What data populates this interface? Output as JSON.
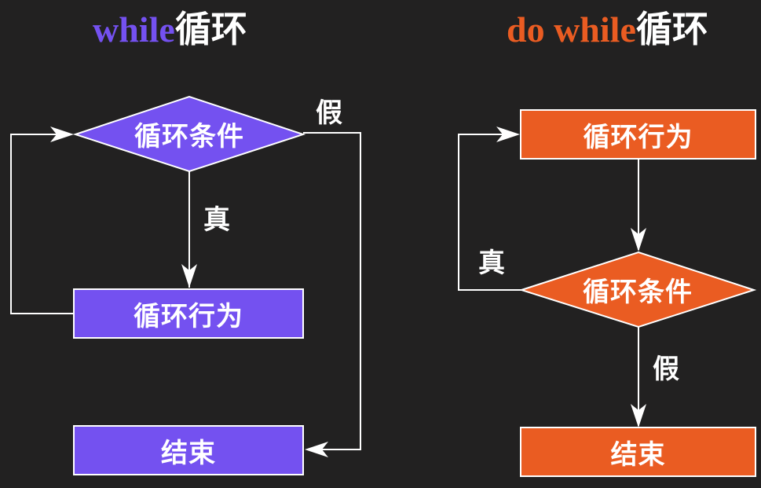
{
  "colors": {
    "background": "#222121",
    "while_accent": "#7451f0",
    "dowhile_accent": "#ea5c22",
    "line": "#ffffff"
  },
  "while_diagram": {
    "title_keyword": "while",
    "title_suffix": "循环",
    "condition": "循环条件",
    "body": "循环行为",
    "end": "结束",
    "true_label": "真",
    "false_label": "假"
  },
  "dowhile_diagram": {
    "title_keyword": "do while",
    "title_suffix": "循环",
    "body": "循环行为",
    "condition": "循环条件",
    "end": "结束",
    "true_label": "真",
    "false_label": "假"
  }
}
